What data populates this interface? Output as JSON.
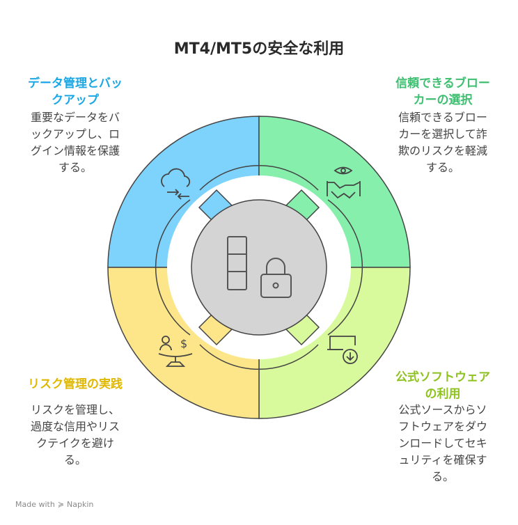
{
  "title": "MT4/MT5の安全な利用",
  "colors": {
    "backup": "#7dd3fc",
    "broker": "#86efac",
    "official": "#d9f99d",
    "risk": "#fde68a",
    "backup_heading": "#1aa7e6",
    "broker_heading": "#3fbf71",
    "official_heading": "#8ec21f",
    "risk_heading": "#e0b800",
    "center": "#d4d4d4"
  },
  "sections": {
    "backup": {
      "heading": [
        "データ管理とバッ",
        "クアップ"
      ],
      "body": [
        "重要なデータをバ",
        "ックアップし、ロ",
        "グイン情報を保護",
        "する。"
      ],
      "icon": "cloud-sync-icon"
    },
    "broker": {
      "heading": [
        "信頼できるブロー",
        "カーの選択"
      ],
      "body": [
        "信頼できるブロー",
        "カーを選択して詐",
        "欺のリスクを軽減",
        "する。"
      ],
      "icon": "handshake-eye-icon"
    },
    "risk": {
      "heading": [
        "リスク管理の実践"
      ],
      "body": [
        "リスクを管理し、",
        "過度な信用やリス",
        "クテイクを避け",
        "る。"
      ],
      "icon": "balance-scale-icon"
    },
    "official": {
      "heading": [
        "公式ソフトウェア",
        "の利用"
      ],
      "body": [
        "公式ソースからソ",
        "フトウェアをダウ",
        "ンロードしてセキ",
        "ュリティを確保す",
        "る。"
      ],
      "icon": "download-screen-icon"
    }
  },
  "center_icon": "lock-database-icon",
  "footer": "Made with",
  "footer_brand": "Napkin"
}
